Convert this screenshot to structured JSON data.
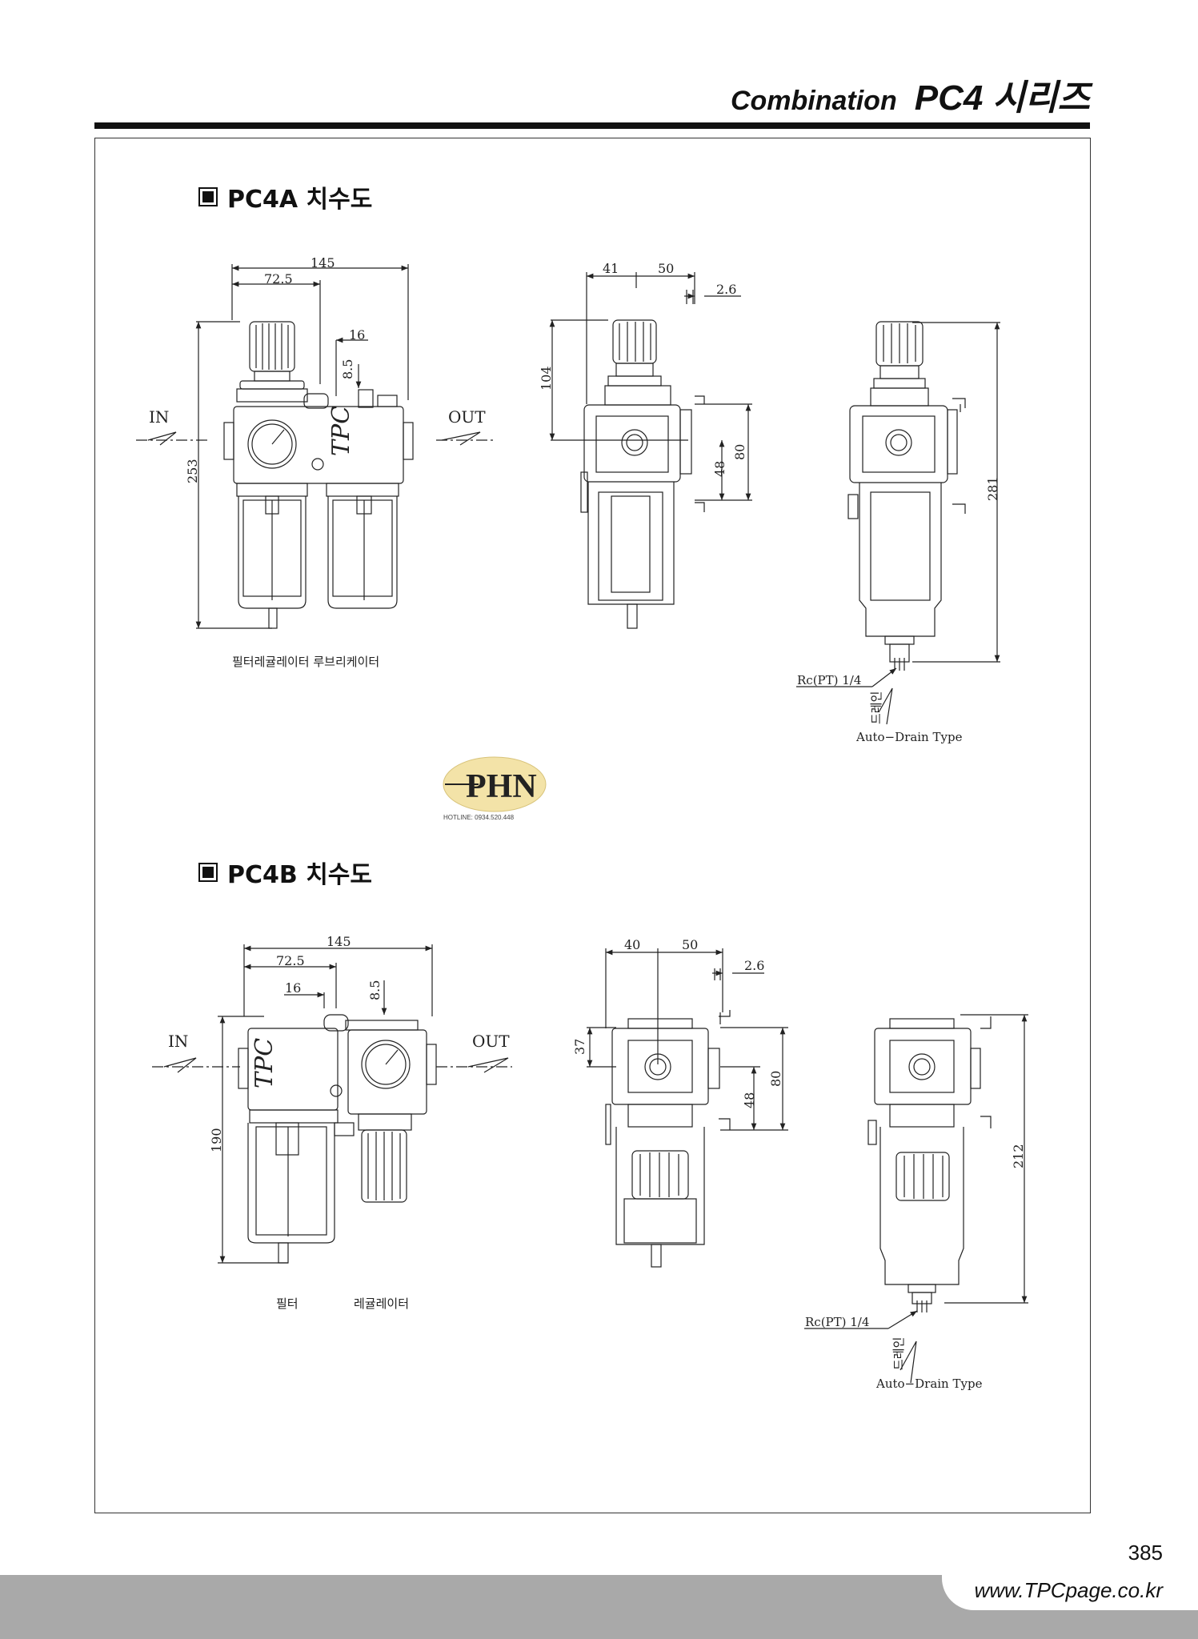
{
  "header": {
    "category": "Combination",
    "model": "PC4 시리즈"
  },
  "sections": {
    "a": "PC4A 치수도",
    "b": "PC4B 치수도"
  },
  "a": {
    "d145": "145",
    "d72": "72.5",
    "d16": "16",
    "d85": "8.5",
    "d253": "253",
    "inL": "IN",
    "outL": "OUT",
    "d41": "41",
    "d50": "50",
    "d26": "2.6",
    "d104": "104",
    "d48": "48",
    "d80": "80",
    "d281": "281",
    "rc": "Rc(PT) 1/4",
    "drain": "드레인",
    "auto": "Auto−Drain Type",
    "caption": "필터레귤레이터 루브리케이터",
    "brand": "TPC"
  },
  "b": {
    "d145": "145",
    "d72": "72.5",
    "d16": "16",
    "d85": "8.5",
    "d190": "190",
    "inL": "IN",
    "outL": "OUT",
    "d40": "40",
    "d50": "50",
    "d26": "2.6",
    "d37": "37",
    "d48": "48",
    "d80": "80",
    "d212": "212",
    "rc": "Rc(PT) 1/4",
    "drain": "드레인",
    "auto": "Auto−Drain Type",
    "cap1": "필터",
    "cap2": "레귤레이터",
    "brand": "TPC"
  },
  "logo": {
    "name": "PHN",
    "hotline": "HOTLINE: 0934.520.448"
  },
  "footer": {
    "page": "385",
    "url": "www.TPCpage.co.kr"
  }
}
